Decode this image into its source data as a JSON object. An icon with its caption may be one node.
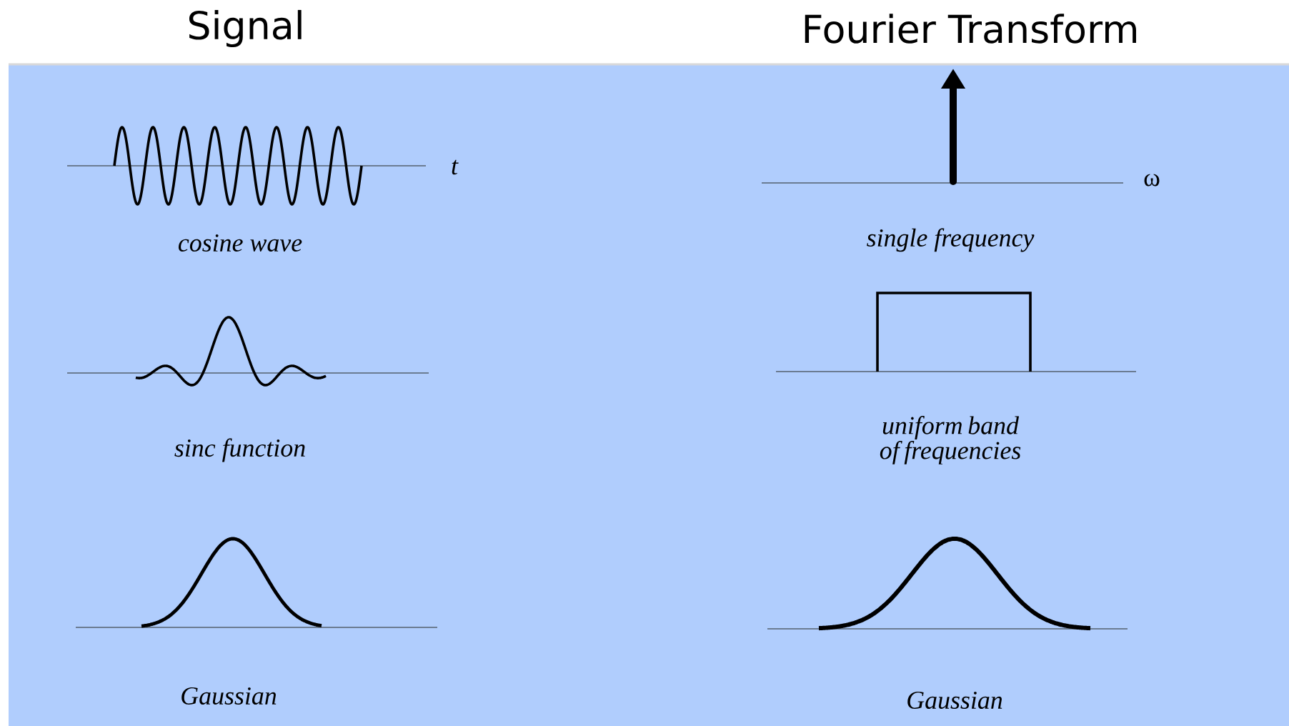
{
  "diagram": {
    "labels": [
      "Signal",
      "Fourier Transform",
      "t",
      "ω",
      "cosine wave",
      "single frequency",
      "sinc function",
      "uniform band of frequencies",
      "Gaussian",
      "Gaussian"
    ]
  }
}
